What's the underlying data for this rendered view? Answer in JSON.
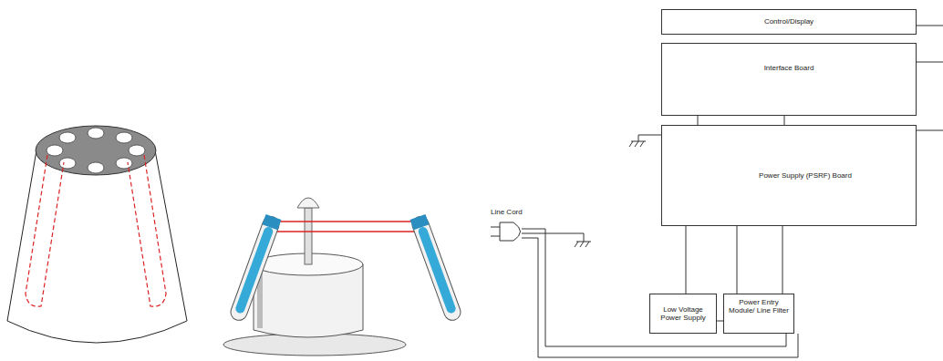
{
  "diagram": {
    "nodes": [
      {
        "text": [
          "Control/Display"
        ]
      },
      {
        "text": [
          "Interface Board"
        ]
      },
      {
        "text": [
          "Power Supply (PSRF) Board"
        ]
      },
      {
        "text": [
          "Low Voltage Power Supply"
        ]
      },
      {
        "text": [
          "Power Entry Module/ Line Filter"
        ]
      }
    ],
    "edges": [
      {
        "from": 1,
        "to": 2,
        "arrow": "none"
      },
      {
        "from": 1,
        "to": 2,
        "arrow": "none"
      },
      {
        "from": 2,
        "to": 3,
        "arrow": "none"
      },
      {
        "from": 2,
        "to": 4,
        "arrow": "none"
      },
      {
        "from": 3,
        "to": 4,
        "arrow": "none"
      }
    ],
    "labels": [
      "Line Cord"
    ]
  }
}
